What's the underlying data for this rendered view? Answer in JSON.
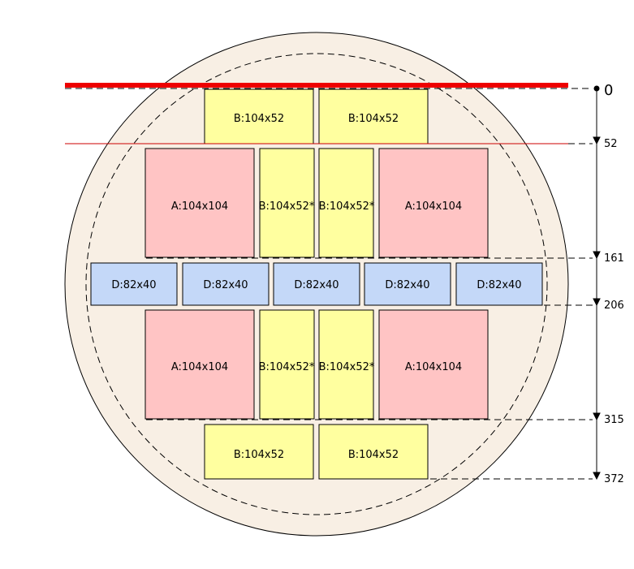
{
  "colors": {
    "wafer_fill": "#f8efe4",
    "type_A": "#ffc4c4",
    "type_B": "#ffff9f",
    "type_D": "#c4d8f8",
    "cut_line": "#ee0000"
  },
  "blocks": {
    "b_top_1": "B:104x52",
    "b_top_2": "B:104x52",
    "a_upper_left": "A:104x104",
    "b_upper_rot_1": "B:104x52*",
    "b_upper_rot_2": "B:104x52*",
    "a_upper_right": "A:104x104",
    "d_1": "D:82x40",
    "d_2": "D:82x40",
    "d_3": "D:82x40",
    "d_4": "D:82x40",
    "d_5": "D:82x40",
    "a_lower_left": "A:104x104",
    "b_lower_rot_1": "B:104x52*",
    "b_lower_rot_2": "B:104x52*",
    "a_lower_right": "A:104x104",
    "b_bottom_1": "B:104x52",
    "b_bottom_2": "B:104x52"
  },
  "scale": {
    "t0": "0",
    "t52": "52",
    "t161": "161",
    "t206": "206",
    "t315": "315",
    "t372": "372"
  }
}
